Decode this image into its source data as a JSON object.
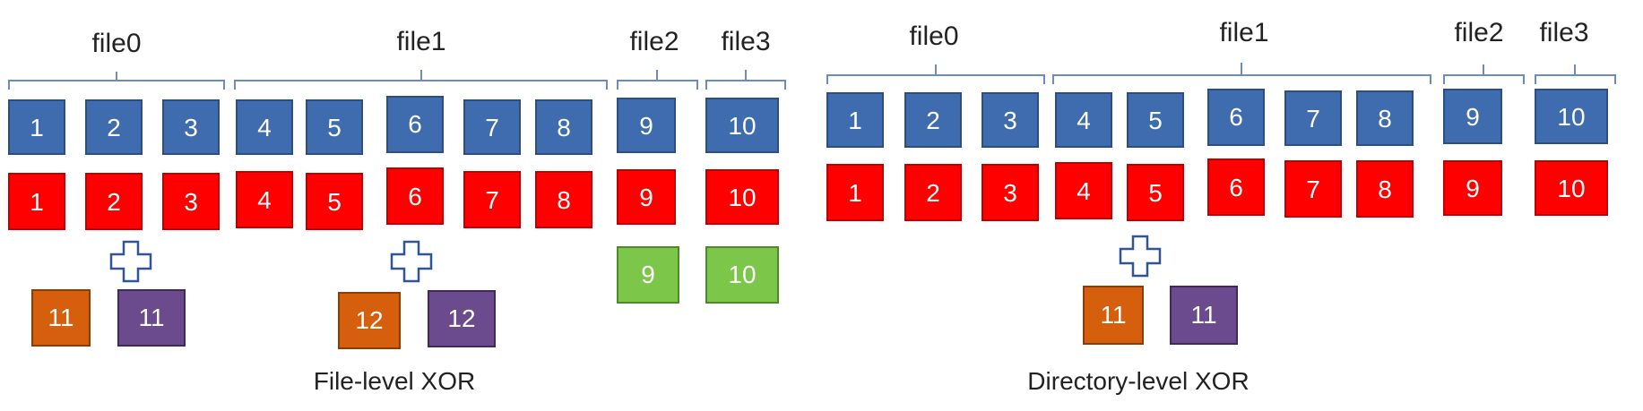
{
  "colors": {
    "data_block": "#3F6CAF",
    "data_block_border": "#2C4E80",
    "replica_block": "#FF0000",
    "replica_block_border": "#C00000",
    "parity_a": "#D65F0E",
    "parity_a_border": "#8C3C05",
    "parity_b": "#6B4A8E",
    "parity_b_border": "#3F2A5A",
    "mirror_block": "#7CC64A",
    "mirror_block_border": "#4E8A2A",
    "brace": "#6A8CC0",
    "plus_outline": "#2F5597"
  },
  "panels": [
    {
      "caption": "File-level XOR",
      "file_labels": [
        "file0",
        "file1",
        "file2",
        "file3"
      ],
      "data_row": [
        "1",
        "2",
        "3",
        "4",
        "5",
        "6",
        "7",
        "8",
        "9",
        "10"
      ],
      "replica_row": [
        "1",
        "2",
        "3",
        "4",
        "5",
        "6",
        "7",
        "8",
        "9",
        "10"
      ],
      "parity_groups": [
        {
          "blocks": [
            "11",
            "11"
          ]
        },
        {
          "blocks": [
            "12",
            "12"
          ]
        }
      ],
      "mirror_row": [
        "9",
        "10"
      ]
    },
    {
      "caption": "Directory-level XOR",
      "file_labels": [
        "file0",
        "file1",
        "file2",
        "file3"
      ],
      "data_row": [
        "1",
        "2",
        "3",
        "4",
        "5",
        "6",
        "7",
        "8",
        "9",
        "10"
      ],
      "replica_row": [
        "1",
        "2",
        "3",
        "4",
        "5",
        "6",
        "7",
        "8",
        "9",
        "10"
      ],
      "parity_groups": [
        {
          "blocks": [
            "11",
            "11"
          ]
        }
      ]
    }
  ]
}
